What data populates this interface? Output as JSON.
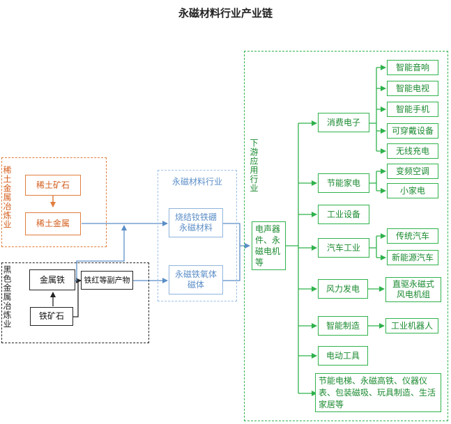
{
  "title": "永磁材料行业产业链",
  "groups": {
    "rare_earth": "稀土金属冶炼业",
    "ferrous": "黑色金属冶炼业",
    "industry": "永磁材料行业",
    "downstream": "下游应用行业"
  },
  "nodes": {
    "rare_ore": "稀土矿石",
    "rare_metal": "稀土金属",
    "metal_iron": "金属铁",
    "iron_ore": "铁矿石",
    "iron_red": "铁红等副产物",
    "sintered_ndfeb": "烧结钕铁硼永磁材料",
    "ferrite": "永磁铁氧体磁体",
    "motor": "电声器件、永磁电机等"
  },
  "apps": {
    "consumer": "消费电子",
    "appliance": "节能家电",
    "industrial_equip": "工业设备",
    "auto": "汽车工业",
    "wind": "风力发电",
    "smart_mfg": "智能制造",
    "power_tools": "电动工具",
    "others": "节能电梯、永磁高铁、仪器仪表、包装磁吸、玩具制造、生活家居等"
  },
  "subs": {
    "consumer": [
      "智能音响",
      "智能电视",
      "智能手机",
      "可穿戴设备",
      "无线充电"
    ],
    "appliance": [
      "变频空调",
      "小家电"
    ],
    "auto": [
      "传统汽车",
      "新能源汽车"
    ],
    "wind": [
      "直驱永磁式风电机组"
    ],
    "smart_mfg": [
      "工业机器人"
    ]
  }
}
